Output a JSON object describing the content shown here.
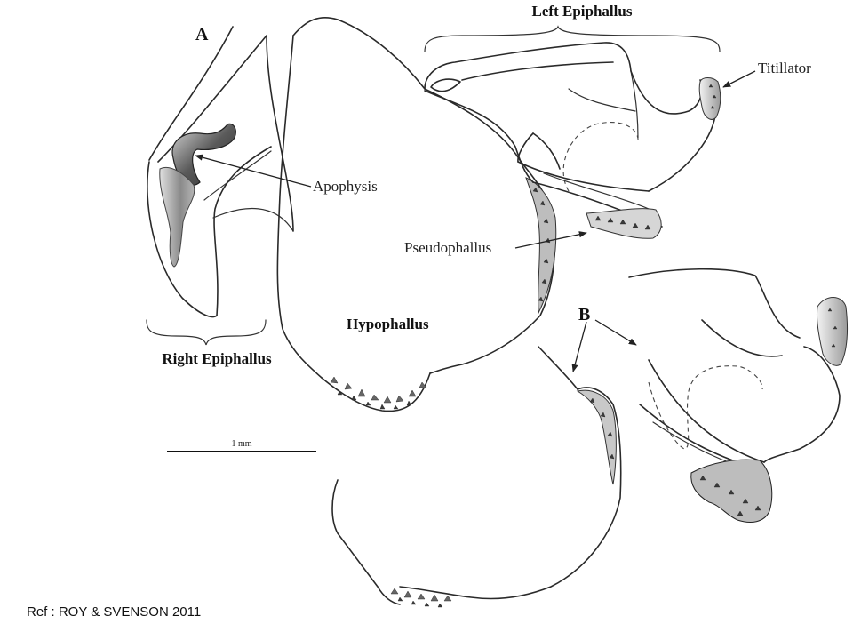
{
  "labels": {
    "panel_a": "A",
    "panel_b": "B",
    "left_epiphallus": "Left Epiphallus",
    "right_epiphallus": "Right Epiphallus",
    "titillator": "Titillator",
    "apophysis": "Apophysis",
    "pseudophallus": "Pseudophallus",
    "hypophallus": "Hypophallus",
    "scale_bar": "1 mm"
  },
  "footer": {
    "reference": "Ref :  ROY & SVENSON 2011"
  }
}
